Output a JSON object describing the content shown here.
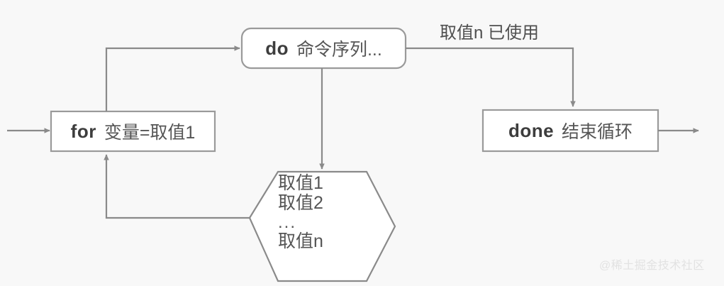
{
  "diagram": {
    "title": "for-do-done shell loop flowchart",
    "background_color": "#f8f8f8",
    "stroke_color": "#8a8a8a",
    "text_color": "#4a4a4a",
    "nodes": {
      "for_box": {
        "keyword": "for",
        "argument": "变量=取值1",
        "shape": "rectangle"
      },
      "do_box": {
        "keyword": "do",
        "argument": "命令序列...",
        "shape": "rounded-rectangle"
      },
      "done_box": {
        "keyword": "done",
        "argument": "结束循环",
        "shape": "rectangle"
      },
      "values_hexagon": {
        "shape": "hexagon",
        "lines": [
          "取值1",
          "取值2",
          "...",
          "取值n"
        ]
      }
    },
    "edges": {
      "values_used_label": "取值n 已使用"
    },
    "watermark": "@稀土掘金技术社区"
  }
}
